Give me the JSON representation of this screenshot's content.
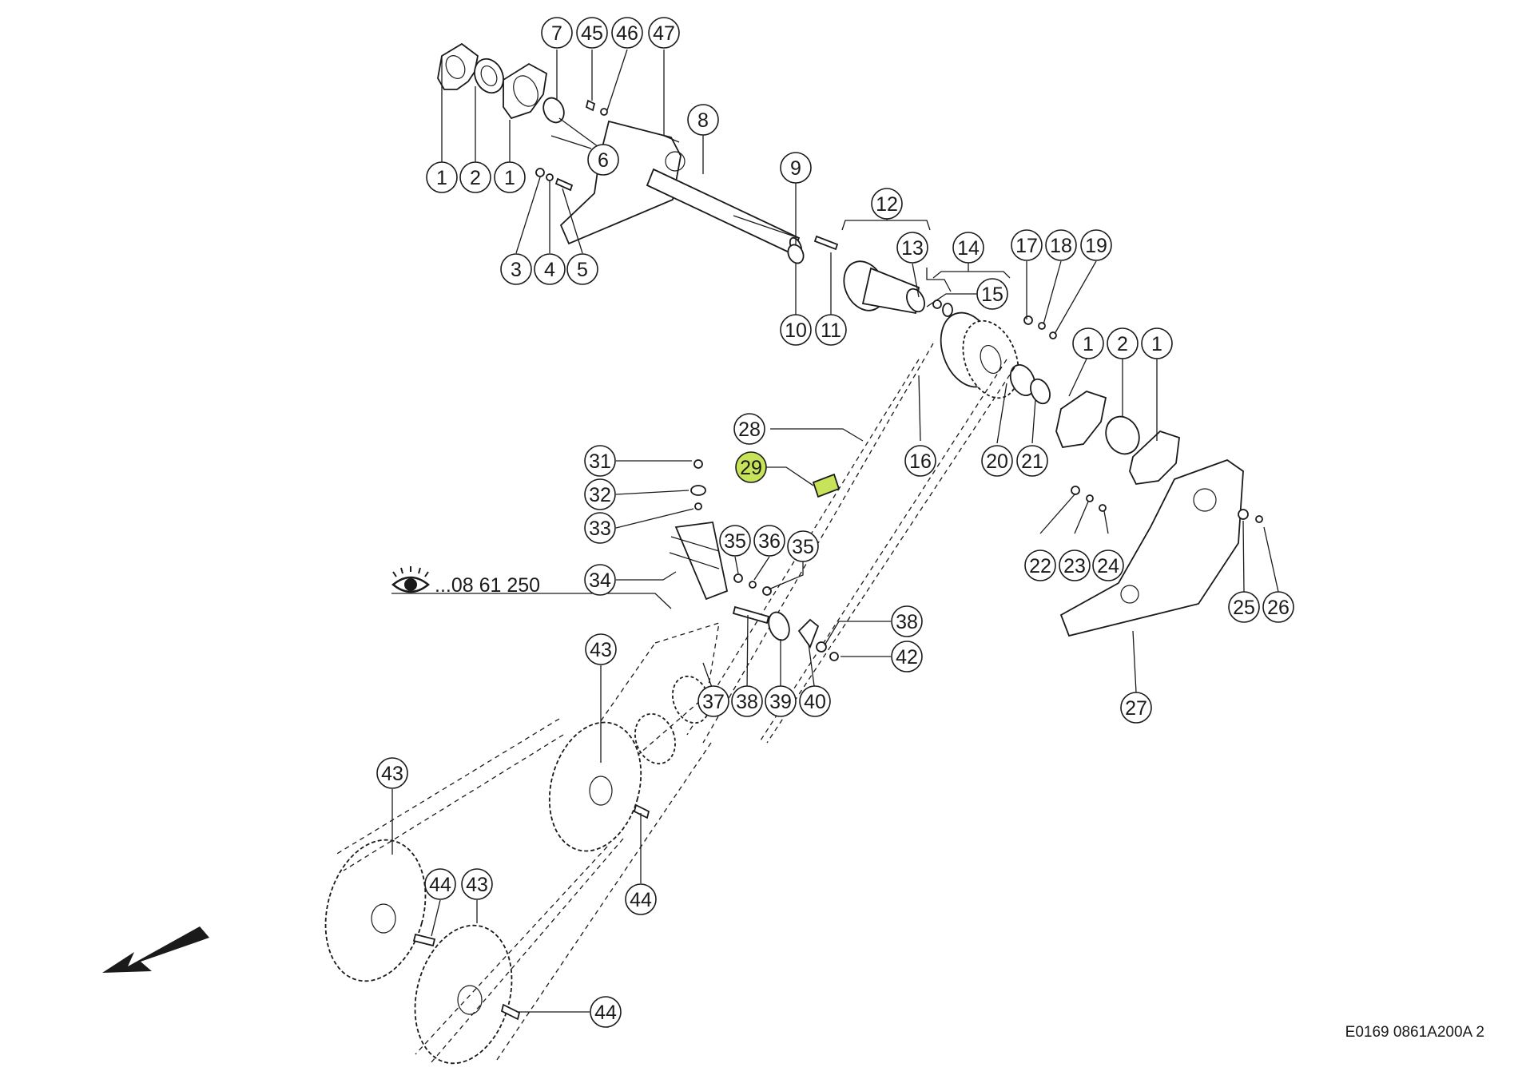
{
  "diagram": {
    "drawing_code": "E0169 0861A200A 2",
    "reference_note": "...08 61 250",
    "highlight_color": "#c6e35a",
    "callouts": [
      {
        "label": "7"
      },
      {
        "label": "45"
      },
      {
        "label": "46"
      },
      {
        "label": "47"
      },
      {
        "label": "8"
      },
      {
        "label": "6"
      },
      {
        "label": "1"
      },
      {
        "label": "2"
      },
      {
        "label": "1"
      },
      {
        "label": "3"
      },
      {
        "label": "4"
      },
      {
        "label": "5"
      },
      {
        "label": "9"
      },
      {
        "label": "12"
      },
      {
        "label": "13"
      },
      {
        "label": "14"
      },
      {
        "label": "15"
      },
      {
        "label": "10"
      },
      {
        "label": "11"
      },
      {
        "label": "17"
      },
      {
        "label": "18"
      },
      {
        "label": "19"
      },
      {
        "label": "1"
      },
      {
        "label": "2"
      },
      {
        "label": "1"
      },
      {
        "label": "28"
      },
      {
        "label": "29",
        "highlighted": true
      },
      {
        "label": "16"
      },
      {
        "label": "20"
      },
      {
        "label": "21"
      },
      {
        "label": "31"
      },
      {
        "label": "32"
      },
      {
        "label": "33"
      },
      {
        "label": "34"
      },
      {
        "label": "35"
      },
      {
        "label": "36"
      },
      {
        "label": "35"
      },
      {
        "label": "22"
      },
      {
        "label": "23"
      },
      {
        "label": "24"
      },
      {
        "label": "25"
      },
      {
        "label": "26"
      },
      {
        "label": "38"
      },
      {
        "label": "42"
      },
      {
        "label": "43"
      },
      {
        "label": "37"
      },
      {
        "label": "38"
      },
      {
        "label": "39"
      },
      {
        "label": "40"
      },
      {
        "label": "27"
      },
      {
        "label": "43"
      },
      {
        "label": "44"
      },
      {
        "label": "44"
      },
      {
        "label": "43"
      },
      {
        "label": "44"
      }
    ]
  }
}
